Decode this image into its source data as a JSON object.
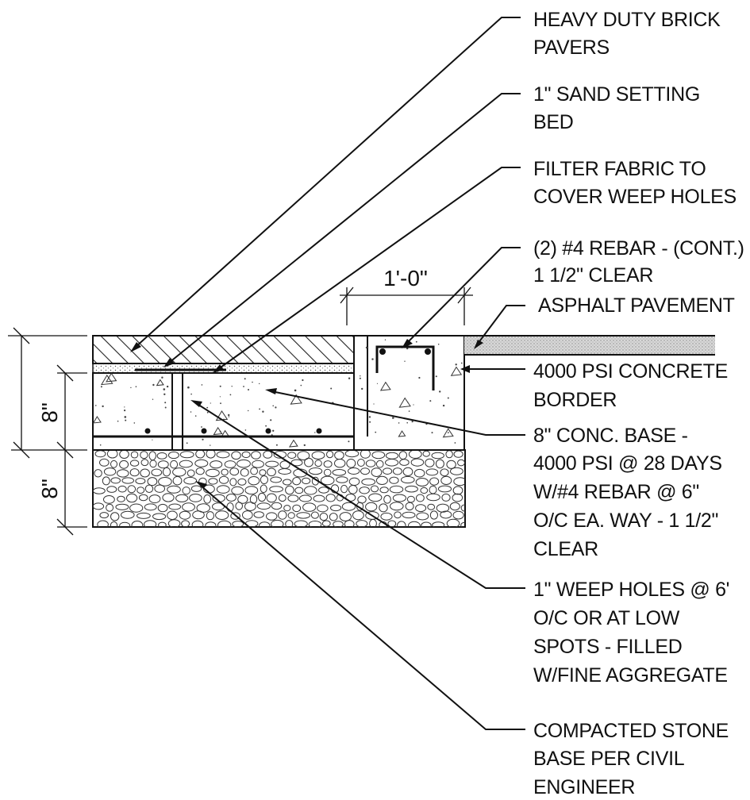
{
  "dimensions": {
    "width_label": "1'-0\"",
    "upper_depth_label": "8\"",
    "lower_depth_label": "8\""
  },
  "notes": [
    {
      "id": "pavers",
      "lines": [
        "HEAVY DUTY BRICK",
        "PAVERS"
      ]
    },
    {
      "id": "sand",
      "lines": [
        "1\" SAND SETTING",
        "BED"
      ]
    },
    {
      "id": "fabric",
      "lines": [
        "FILTER FABRIC TO",
        "COVER WEEP HOLES"
      ]
    },
    {
      "id": "rebar",
      "lines": [
        "(2) #4 REBAR - (CONT.)",
        "1 1/2\" CLEAR"
      ]
    },
    {
      "id": "asphalt",
      "lines": [
        "ASPHALT PAVEMENT"
      ]
    },
    {
      "id": "border",
      "lines": [
        "4000 PSI CONCRETE",
        "BORDER"
      ]
    },
    {
      "id": "base",
      "lines": [
        "8\" CONC. BASE -",
        "4000 PSI @ 28 DAYS",
        "W/#4 REBAR @ 6\"",
        "O/C EA. WAY - 1 1/2\"",
        "CLEAR"
      ]
    },
    {
      "id": "weep",
      "lines": [
        "1\" WEEP HOLES @ 6'",
        "O/C OR AT LOW",
        "SPOTS - FILLED",
        "W/FINE AGGREGATE"
      ]
    },
    {
      "id": "stone",
      "lines": [
        "COMPACTED STONE",
        "BASE PER CIVIL",
        "ENGINEER"
      ]
    }
  ]
}
